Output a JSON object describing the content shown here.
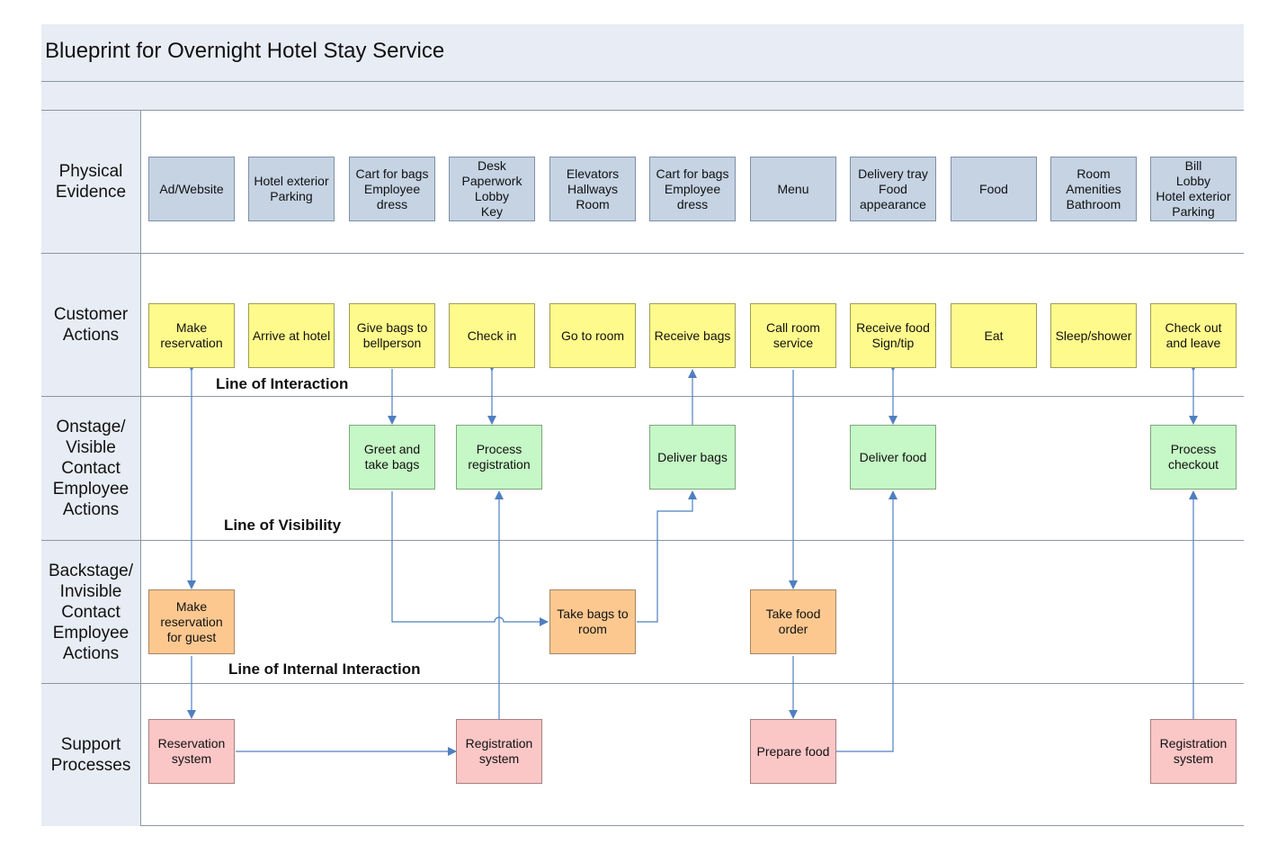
{
  "title": "Blueprint for Overnight Hotel Stay Service",
  "lanes": {
    "physical_evidence": "Physical\nEvidence",
    "customer_actions": "Customer\nActions",
    "onstage": "Onstage/\nVisible\nContact\nEmployee\nActions",
    "backstage": "Backstage/\nInvisible\nContact\nEmployee\nActions",
    "support": "Support\nProcesses"
  },
  "lines": {
    "interaction": "Line of Interaction",
    "visibility": "Line of Visibility",
    "internal": "Line of Internal Interaction"
  },
  "physical_evidence": [
    "Ad/Website",
    "Hotel exterior\nParking",
    "Cart for bags\nEmployee\ndress",
    "Desk\nPaperwork\nLobby\nKey",
    "Elevators\nHallways\nRoom",
    "Cart for bags\nEmployee\ndress",
    "Menu",
    "Delivery tray\nFood\nappearance",
    "Food",
    "Room\nAmenities\nBathroom",
    "Bill\nLobby\nHotel exterior\nParking"
  ],
  "customer_actions": [
    "Make\nreservation",
    "Arrive at hotel",
    "Give bags to\nbellperson",
    "Check in",
    "Go to room",
    "Receive bags",
    "Call room\nservice",
    "Receive food\nSign/tip",
    "Eat",
    "Sleep/shower",
    "Check out\nand leave"
  ],
  "onstage": {
    "greet": "Greet and\ntake bags",
    "process_registration": "Process\nregistration",
    "deliver_bags": "Deliver bags",
    "deliver_food": "Deliver food",
    "process_checkout": "Process\ncheckout"
  },
  "backstage": {
    "make_reservation": "Make\nreservation\nfor guest",
    "take_bags": "Take bags to\nroom",
    "take_food_order": "Take food\norder"
  },
  "support": {
    "reservation_system": "Reservation\nsystem",
    "registration_system_1": "Registration\nsystem",
    "prepare_food": "Prepare food",
    "registration_system_2": "Registration\nsystem"
  },
  "colors": {
    "physical_evidence": "#c5d3e3",
    "customer_actions": "#fffa8c",
    "onstage": "#c6f7c6",
    "backstage": "#fdc890",
    "support": "#fbc6c6",
    "arrow": "#4f7fc0"
  }
}
